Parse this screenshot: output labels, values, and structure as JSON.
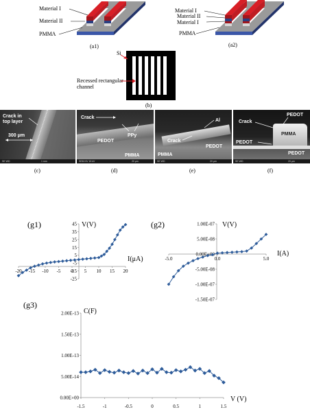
{
  "top": {
    "a1": {
      "labels": [
        "Material I",
        "Material II",
        "PMMA"
      ],
      "caption": "(a1)"
    },
    "a2": {
      "labels": [
        "Material I",
        "Material II",
        "Material I",
        "PMMA"
      ],
      "caption": "(a2)"
    },
    "b": {
      "si_label": "Si",
      "channel_label_1": "Recessed rectangular",
      "channel_label_2": "channel",
      "caption": "(b)"
    }
  },
  "sem": {
    "c": {
      "text1": "Crack in",
      "text2": "top layer",
      "dim": "300 μm",
      "caption": "(c)"
    },
    "d": {
      "crack": "Crack",
      "ppy": "PPy",
      "pedot": "PEDOT",
      "pmma": "PMMA",
      "caption": "(d)"
    },
    "e": {
      "al": "Al",
      "crack": "Crack",
      "pedot": "PEDOT",
      "pmma": "PMMA",
      "caption": "(e)"
    },
    "f": {
      "pedot_top": "PEDOT",
      "crack": "Crack",
      "pmma": "PMMA",
      "pedot_left": "PEDOT",
      "pedot_bottom": "PEDOT",
      "caption": "(f)"
    }
  },
  "colors": {
    "series": "#2e5c9a",
    "top_red": "#d81f26",
    "mid_blue": "#3a56a8",
    "substrate": "#9a9a9a"
  },
  "chart_data": [
    {
      "id": "g1",
      "type": "line",
      "panel_label": "(g1)",
      "ylabel": "V(V)",
      "xlabel": "I(μA)",
      "xlim": [
        -20,
        20
      ],
      "ylim": [
        -25,
        45
      ],
      "xticks": [
        -20,
        -15,
        -10,
        -5,
        0,
        5,
        10,
        15,
        20
      ],
      "yticks": [
        -25,
        -15,
        -5,
        5,
        15,
        25,
        35,
        45
      ],
      "xticklabels": [
        "-20",
        "-15",
        "-10",
        "-5",
        "0",
        "5",
        "10",
        "15",
        "20"
      ],
      "yticklabels": [
        "-25",
        "-15",
        "-5",
        "5",
        "15",
        "25",
        "35",
        "45"
      ],
      "x": [
        -20,
        -18.5,
        -17,
        -15.5,
        -14,
        -12.5,
        -11,
        -9.5,
        -8,
        -6.5,
        -5,
        -3.5,
        -2,
        -0.5,
        1,
        2.5,
        4,
        5.5,
        7,
        8.5,
        10,
        11,
        12,
        13,
        14,
        15,
        16,
        17,
        18,
        19,
        20
      ],
      "y": [
        -21,
        -17,
        -14,
        -11,
        -9,
        -7.5,
        -6,
        -5,
        -4.2,
        -3.5,
        -3,
        -2.5,
        -2,
        -1.5,
        -1,
        -0.5,
        0,
        0.5,
        1,
        1.5,
        2,
        4,
        6,
        10,
        14,
        19,
        25,
        31,
        37,
        41,
        44
      ]
    },
    {
      "id": "g2",
      "type": "line",
      "panel_label": "(g2)",
      "ylabel": "V(V)",
      "xlabel": "I(A)",
      "xlim": [
        -5,
        5
      ],
      "ylim": [
        -1.5e-07,
        1e-07
      ],
      "xticks": [
        -5,
        0,
        5
      ],
      "yticks": [
        -1.5e-07,
        -1e-07,
        -5e-08,
        0,
        5e-08,
        1e-07
      ],
      "xticklabels": [
        "-5.0",
        "0.0",
        "5.0"
      ],
      "yticklabels": [
        "-1.50E-07",
        "-1.00E-07",
        "-5.00E-08",
        "0.00E+00",
        "5.00E-08",
        "1.00E-07"
      ],
      "x": [
        -5,
        -4.5,
        -4,
        -3.5,
        -3,
        -2.5,
        -2,
        -1.5,
        -1,
        -0.5,
        0,
        0.5,
        1,
        1.5,
        2,
        2.5,
        3,
        3.5,
        4,
        4.5,
        5
      ],
      "y": [
        -1e-07,
        -7.5e-08,
        -5.5e-08,
        -4e-08,
        -3e-08,
        -2.2e-08,
        -1.5e-08,
        -1e-08,
        -5e-09,
        -2e-09,
        3e-09,
        4e-09,
        5e-09,
        6e-09,
        7e-09,
        8e-09,
        1e-08,
        2e-08,
        3.5e-08,
        5e-08,
        6.5e-08
      ]
    },
    {
      "id": "g3",
      "type": "line",
      "panel_label": "(g3)",
      "ylabel": "C(F)",
      "xlabel": "V (V)",
      "xlim": [
        -1.5,
        1.5
      ],
      "ylim": [
        0,
        2e-13
      ],
      "xticks": [
        -1.5,
        -1,
        -0.5,
        0,
        0.5,
        1,
        1.5
      ],
      "yticks": [
        0,
        5e-14,
        1e-13,
        1.5e-13,
        2e-13
      ],
      "xticklabels": [
        "-1.5",
        "-1",
        "-0.5",
        "0",
        "0.5",
        "1",
        "1.5"
      ],
      "yticklabels": [
        "0.00E+00",
        "5.00E-14",
        "1.00E-13",
        "1.50E-13",
        "2.00E-13"
      ],
      "x": [
        -1.5,
        -1.4,
        -1.3,
        -1.2,
        -1.1,
        -1.0,
        -0.9,
        -0.8,
        -0.7,
        -0.6,
        -0.5,
        -0.4,
        -0.3,
        -0.2,
        -0.1,
        0.0,
        0.1,
        0.2,
        0.3,
        0.4,
        0.5,
        0.6,
        0.7,
        0.8,
        0.9,
        1.0,
        1.1,
        1.2,
        1.3,
        1.4,
        1.5
      ],
      "y": [
        6e-14,
        6e-14,
        6.2e-14,
        6.6e-14,
        5.8e-14,
        6.5e-14,
        6.1e-14,
        5.9e-14,
        6.4e-14,
        6e-14,
        5.8e-14,
        6.3e-14,
        5.7e-14,
        6.4e-14,
        5.8e-14,
        6.7e-14,
        5.9e-14,
        6.8e-14,
        6e-14,
        5.9e-14,
        6.5e-14,
        6.2e-14,
        6.6e-14,
        7.2e-14,
        6.4e-14,
        6.8e-14,
        5.8e-14,
        6.3e-14,
        5.2e-14,
        4.6e-14,
        3.6e-14
      ]
    }
  ]
}
